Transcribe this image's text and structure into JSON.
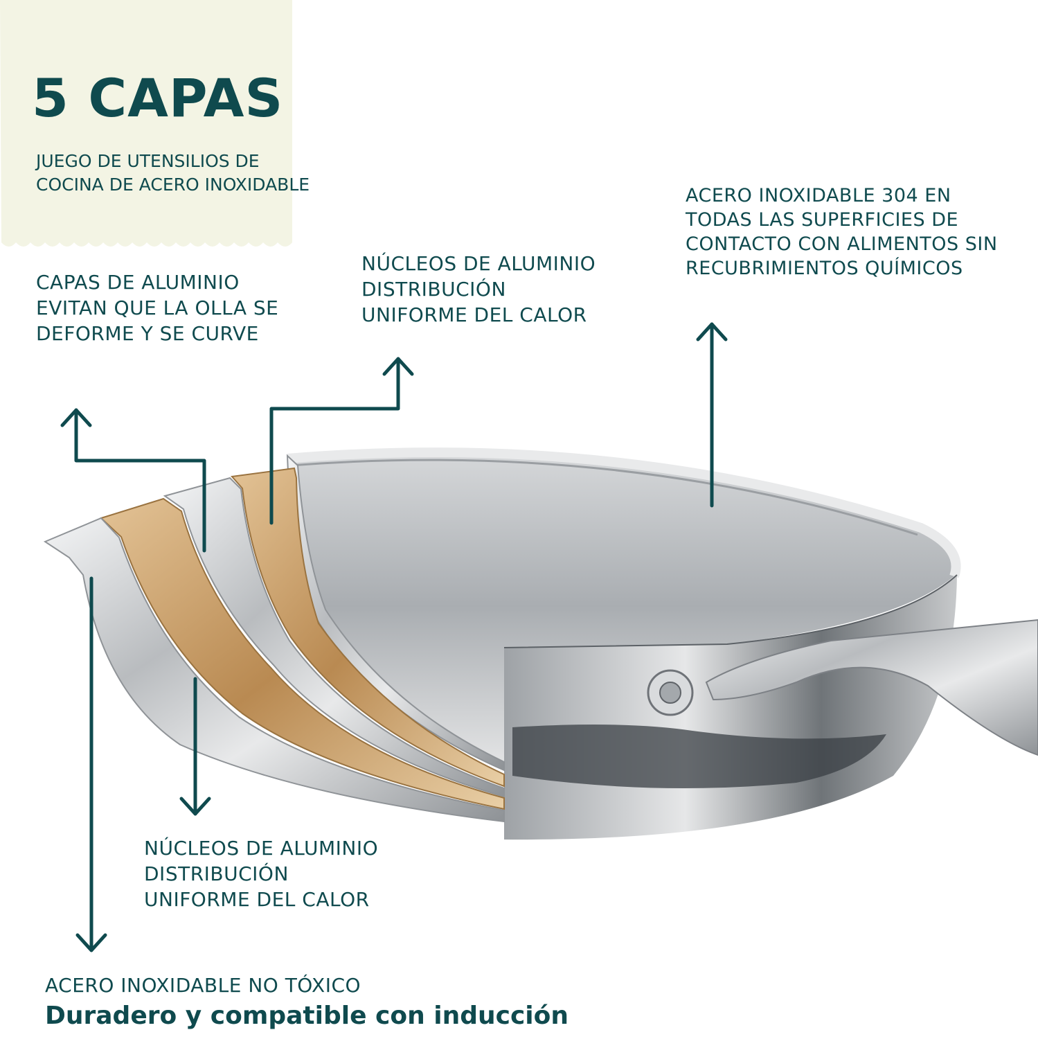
{
  "title": "5 CAPAS",
  "subtitle_lines": [
    "JUEGO DE UTENSILIOS DE",
    "COCINA DE ACERO INOXIDABLE"
  ],
  "labels": {
    "aluminum_layers": [
      "CAPAS DE ALUMINIO",
      "EVITAN QUE LA OLLA SE",
      "DEFORME Y SE CURVE"
    ],
    "aluminum_core_top": [
      "NÚCLEOS DE ALUMINIO",
      "DISTRIBUCIÓN",
      "UNIFORME DEL CALOR"
    ],
    "steel_304": [
      "ACERO INOXIDABLE 304 EN",
      "TODAS LAS SUPERFICIES DE",
      "CONTACTO CON ALIMENTOS SIN",
      "RECUBRIMIENTOS QUÍMICOS"
    ],
    "aluminum_core_bottom": [
      "NÚCLEOS DE ALUMINIO",
      "DISTRIBUCIÓN",
      "UNIFORME DEL CALOR"
    ],
    "non_toxic": "ACERO INOXIDABLE NO TÓXICO"
  },
  "headline": "Duradero y compatible con inducción",
  "colors": {
    "text": "#0f4a4e",
    "title_card": "#f3f4e4",
    "steel": "#c9cbcd",
    "copper": "#c9a36e"
  }
}
